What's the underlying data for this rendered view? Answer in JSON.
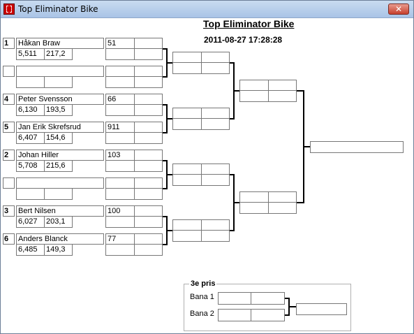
{
  "window": {
    "title": "Top Eliminator Bike",
    "close_glyph": "✕"
  },
  "heading": "Top Eliminator Bike",
  "datetime": "2011-08-27 17:28:28",
  "slots": [
    {
      "seed": "1",
      "name": "Håkan Braw",
      "time": "5,511",
      "speed": "217,2",
      "number": "51"
    },
    {
      "seed": "",
      "name": "",
      "time": "",
      "speed": "",
      "number": ""
    },
    {
      "seed": "4",
      "name": "Peter Svensson",
      "time": "6,130",
      "speed": "193,5",
      "number": "66"
    },
    {
      "seed": "5",
      "name": "Jan Erik Skrefsrud",
      "time": "6,407",
      "speed": "154,6",
      "number": "911"
    },
    {
      "seed": "2",
      "name": "Johan Hiller",
      "time": "5,708",
      "speed": "215,6",
      "number": "103"
    },
    {
      "seed": "",
      "name": "",
      "time": "",
      "speed": "",
      "number": ""
    },
    {
      "seed": "3",
      "name": "Bert Nilsen",
      "time": "6,027",
      "speed": "203,1",
      "number": "100"
    },
    {
      "seed": "6",
      "name": "Anders Blanck",
      "time": "6,485",
      "speed": "149,3",
      "number": "77"
    }
  ],
  "third_place": {
    "label": "3e pris",
    "lane1": "Bana 1",
    "lane2": "Bana 2"
  }
}
